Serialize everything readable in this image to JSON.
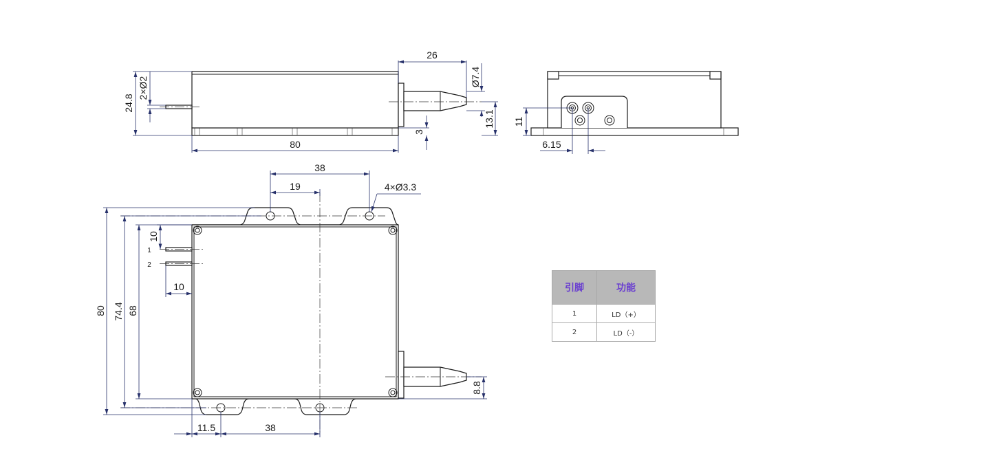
{
  "dims": {
    "top_26": "26",
    "top_phi74": "Ø7.4",
    "top_2phi2": "2×Ø2",
    "top_248": "24.8",
    "top_131": "13.1",
    "top_3": "3",
    "top_80": "80",
    "side_11": "11",
    "side_615": "6.15",
    "plan_38_top": "38",
    "plan_19": "19",
    "plan_holes": "4×Ø3.3",
    "plan_10_v": "10",
    "plan_10_h": "10",
    "plan_pin1": "1",
    "plan_pin2": "2",
    "plan_80": "80",
    "plan_744": "74.4",
    "plan_68": "68",
    "plan_88": "8.8",
    "plan_115": "11.5",
    "plan_38_bottom": "38"
  },
  "pin_table": {
    "headers": [
      "引脚",
      "功能"
    ],
    "rows": [
      [
        "1",
        "LD（+）"
      ],
      [
        "2",
        "LD（-）"
      ]
    ]
  },
  "colors": {
    "dimension_line": "#26306a",
    "table_header_bg": "#b8b8b8",
    "table_header_text": "#6a3fd0"
  }
}
